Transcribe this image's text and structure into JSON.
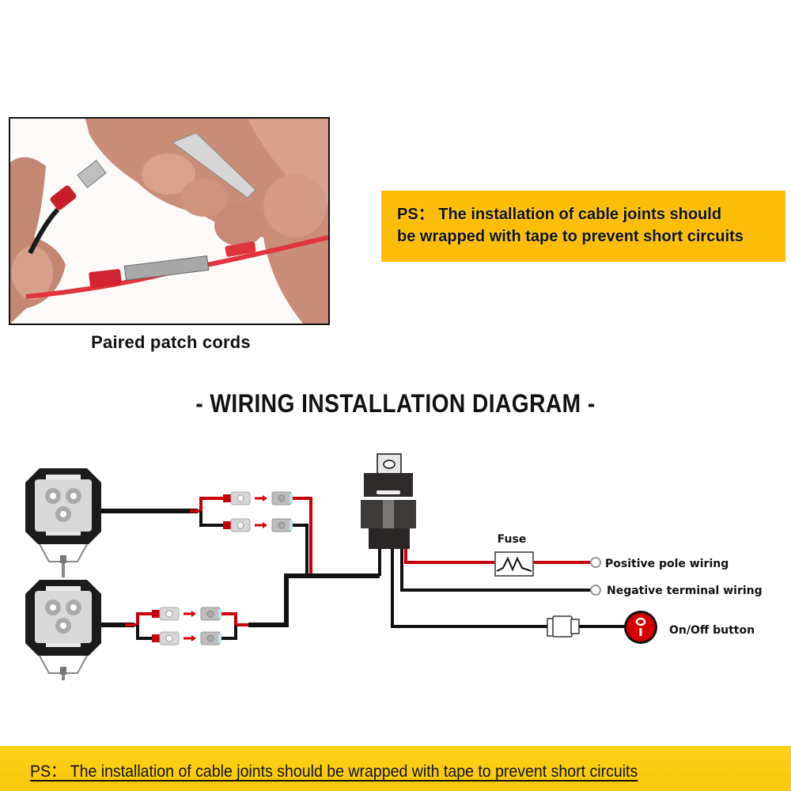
{
  "photo": {
    "caption": "Paired patch cords",
    "subject": "hands-connecting-spade-terminals"
  },
  "ps_note": {
    "line1": "PS： The installation of cable joints should",
    "line2": "be wrapped with tape to prevent short circuits",
    "background": "#fbbd08"
  },
  "diagram": {
    "title": "- WIRING INSTALLATION DIAGRAM -",
    "fuse_label": "Fuse",
    "outputs": [
      {
        "label": "Positive pole wiring",
        "wire_color": "#c8000a"
      },
      {
        "label": "Negative terminal wiring",
        "wire_color": "#111111"
      },
      {
        "label": "On/Off button",
        "wire_color": "#111111"
      }
    ],
    "components": [
      "led-work-light-1",
      "led-work-light-2",
      "relay",
      "fuse",
      "connector-plug",
      "on-off-switch"
    ],
    "colors": {
      "positive": "#c8000a",
      "negative": "#111111",
      "switch": "#d40000",
      "terminal": "#c9c9c9"
    }
  },
  "bottom_banner": {
    "text": "PS： The installation of cable joints should be wrapped with tape to prevent short circuits",
    "background": "#fcd21a"
  }
}
